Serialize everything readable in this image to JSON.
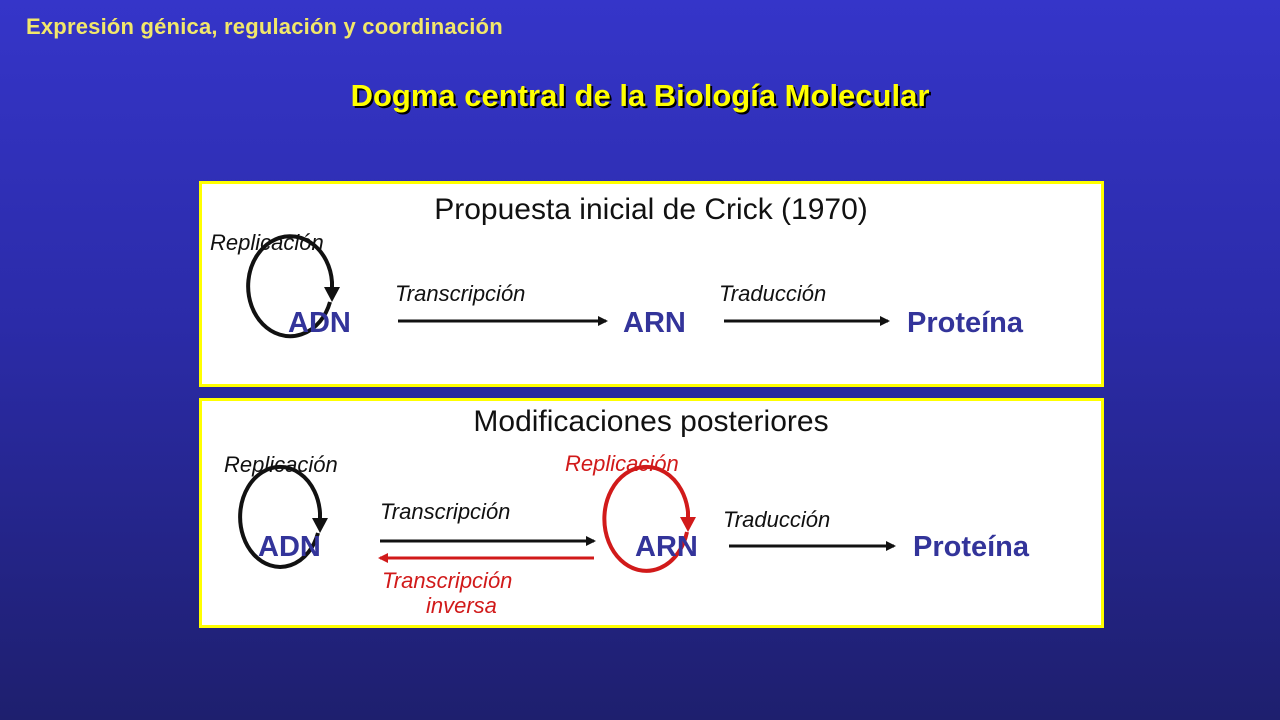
{
  "header": {
    "title": "Expresión génica, regulación y coordinación"
  },
  "slide": {
    "title": "Dogma central de la Biología Molecular"
  },
  "panel_crick": {
    "title": "Propuesta inicial de Crick (1970)",
    "replication_label": "Replicación",
    "transcription_label": "Transcripción",
    "translation_label": "Traducción",
    "node_dna": "ADN",
    "node_rna": "ARN",
    "node_protein": "Proteína"
  },
  "panel_mod": {
    "title": "Modificaciones posteriores",
    "replication_label": "Replicación",
    "rna_replication_label": "Replicación",
    "transcription_label": "Transcripción",
    "reverse_transcription_line1": "Transcripción",
    "reverse_transcription_line2": "inversa",
    "translation_label": "Traducción",
    "node_dna": "ADN",
    "node_rna": "ARN",
    "node_protein": "Proteína"
  },
  "colors": {
    "background": "#3535c9",
    "header_text": "#f2e76a",
    "title_text": "#ffff00",
    "node_text": "#33349a",
    "modification_red": "#d11a1a"
  }
}
